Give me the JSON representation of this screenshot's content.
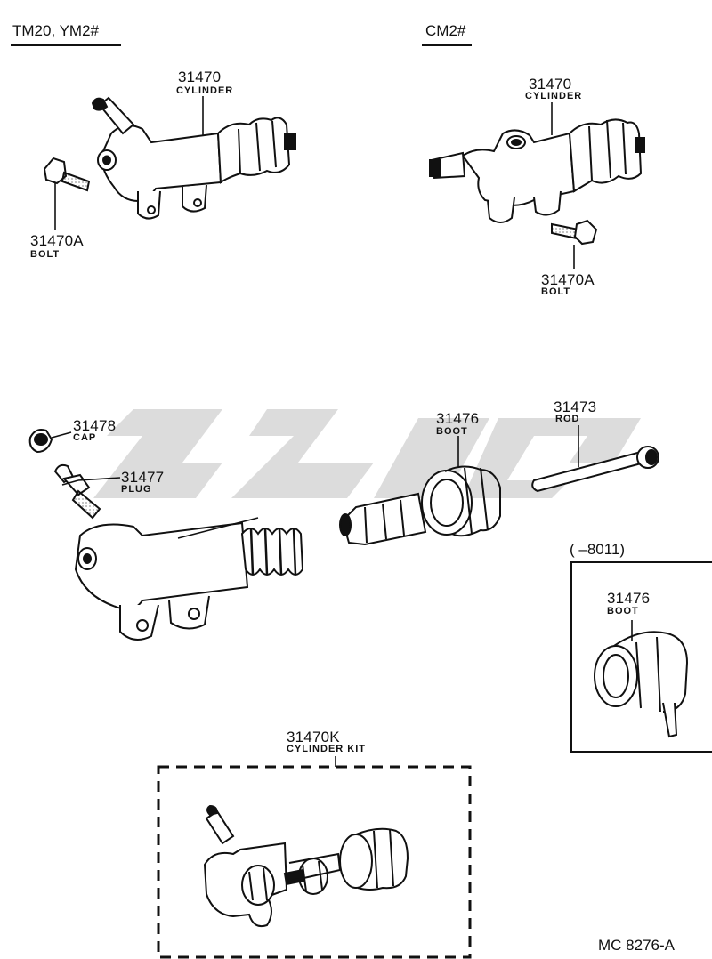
{
  "headers": {
    "left_variant": "TM20, YM2#",
    "right_variant": "CM2#"
  },
  "callouts": {
    "cyl_left": {
      "num": "31470",
      "label": "CYLINDER"
    },
    "bolt_left": {
      "num": "31470A",
      "label": "BOLT"
    },
    "cyl_right": {
      "num": "31470",
      "label": "CYLINDER"
    },
    "bolt_right": {
      "num": "31470A",
      "label": "BOLT"
    },
    "cap": {
      "num": "31478",
      "label": "CAP"
    },
    "plug": {
      "num": "31477",
      "label": "PLUG"
    },
    "boot": {
      "num": "31476",
      "label": "BOOT"
    },
    "rod": {
      "num": "31473",
      "label": "ROD"
    },
    "boot_alt": {
      "num": "31476",
      "label": "BOOT"
    },
    "kit": {
      "num": "31470K",
      "label": "CYLINDER KIT"
    }
  },
  "alt_box": {
    "range": "(        –8011)"
  },
  "footer": {
    "code": "MC  8276-A"
  },
  "colors": {
    "ink": "#111111",
    "watermark": "#d6d6d6"
  }
}
